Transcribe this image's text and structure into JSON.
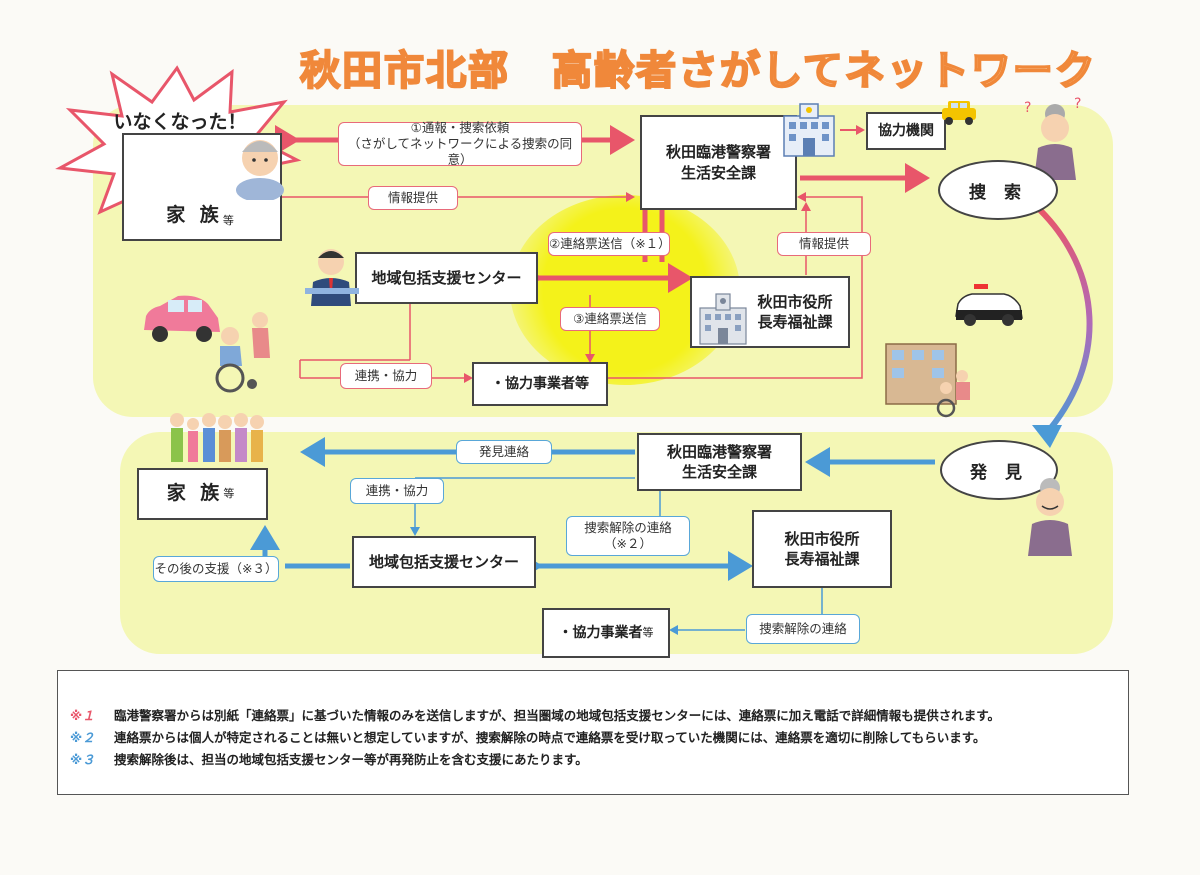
{
  "title": "秋田市北部　高齢者さがしてネットワーク",
  "colors": {
    "red": "#e8566a",
    "blue": "#4b9ad6",
    "panel": "#f4f7b5",
    "yellow": "#f4f21a",
    "title_orange": "#f0883a"
  },
  "top": {
    "burst_text": "いなくなった！\nさがして！！",
    "family": "家 族",
    "family_suffix": "等",
    "report_label": "①通報・捜索依頼\n（さがしてネットワークによる捜索の同意）",
    "info_left": "情報提供",
    "police": "秋田臨港警察署\n生活安全課",
    "cooperating": "協力機関",
    "search": "捜 索",
    "form_send_2": "②連絡票送信（※１）",
    "info_right": "情報提供",
    "center": "地域包括支援センター",
    "cityhall": "秋田市役所\n長寿福祉課",
    "form_send_3": "③連絡票送信",
    "partnership": "連携・協力",
    "business": "・協力事業者等"
  },
  "bottom": {
    "found": "発 見",
    "discovery_contact": "発見連絡",
    "family": "家 族",
    "family_suffix": "等",
    "police": "秋田臨港警察署\n生活安全課",
    "partnership": "連携・協力",
    "cancel_contact": "捜索解除の連絡\n（※２）",
    "cityhall": "秋田市役所\n長寿福祉課",
    "after_support": "その後の支援（※３）",
    "center": "地域包括支援センター",
    "business": "・協力事業者",
    "business_suffix": "等",
    "cancel_contact2": "捜索解除の連絡"
  },
  "notes": [
    {
      "mark": "※１",
      "color": "#e8566a",
      "text": "臨港警察署からは別紙「連絡票」に基づいた情報のみを送信しますが、担当圏域の地域包括支援センターには、連絡票に加え電話で詳細情報も提供されます。"
    },
    {
      "mark": "※２",
      "color": "#4b9ad6",
      "text": "連絡票からは個人が特定されることは無いと想定していますが、捜索解除の時点で連絡票を受け取っていた機関には、連絡票を適切に削除してもらいます。"
    },
    {
      "mark": "※３",
      "color": "#4b9ad6",
      "text": "捜索解除後は、担当の地域包括支援センター等が再発防止を含む支援にあたります。"
    }
  ]
}
